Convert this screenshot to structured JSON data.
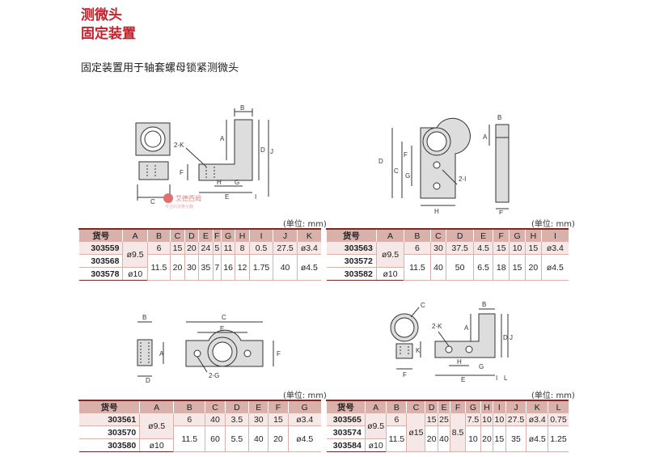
{
  "header": {
    "title_line1": "测微头",
    "title_line2": "固定装置",
    "subtitle": "固定装置用于轴套螺母锁紧测微头"
  },
  "unit_label": "(单位: mm)",
  "watermark": {
    "text": "艾德西姆",
    "subtext": "专业的测量仪器"
  },
  "tables": [
    {
      "id": "t1",
      "headers": [
        "货号",
        "A",
        "B",
        "C",
        "D",
        "E",
        "F",
        "G",
        "H",
        "I",
        "J",
        "K"
      ],
      "rows": [
        [
          "303559",
          "ø9.5",
          "6",
          "15",
          "20",
          "24",
          "5",
          "11",
          "8",
          "0.5",
          "27.5",
          "ø3.4"
        ],
        [
          "303568",
          "",
          "11.5",
          "20",
          "30",
          "35",
          "7",
          "16",
          "12",
          "1.75",
          "40",
          "ø4.5"
        ],
        [
          "303578",
          "ø10",
          "",
          "",
          "",
          "",
          "",
          "",
          "",
          "",
          "",
          ""
        ]
      ]
    },
    {
      "id": "t2",
      "headers": [
        "货号",
        "A",
        "B",
        "C",
        "D",
        "E",
        "F",
        "G",
        "H",
        "I"
      ],
      "rows": [
        [
          "303563",
          "ø9.5",
          "6",
          "30",
          "37.5",
          "4.5",
          "15",
          "10",
          "15",
          "ø3.4"
        ],
        [
          "303572",
          "",
          "11.5",
          "40",
          "50",
          "6.5",
          "18",
          "15",
          "20",
          "ø4.5"
        ],
        [
          "303582",
          "ø10",
          "",
          "",
          "",
          "",
          "",
          "",
          "",
          ""
        ]
      ]
    },
    {
      "id": "t3",
      "headers": [
        "货号",
        "A",
        "B",
        "C",
        "D",
        "E",
        "F",
        "G"
      ],
      "rows": [
        [
          "303561",
          "ø9.5",
          "6",
          "40",
          "3.5",
          "30",
          "15",
          "ø3.4"
        ],
        [
          "303570",
          "",
          "11.5",
          "60",
          "5.5",
          "40",
          "20",
          "ø4.5"
        ],
        [
          "303580",
          "ø10",
          "",
          "",
          "",
          "",
          "",
          ""
        ]
      ]
    },
    {
      "id": "t4",
      "headers": [
        "货号",
        "A",
        "B",
        "C",
        "D",
        "E",
        "F",
        "G",
        "H",
        "I",
        "J",
        "K",
        "L"
      ],
      "rows": [
        [
          "303565",
          "ø9.5",
          "6",
          "ø15",
          "15",
          "25",
          "8.5",
          "7.5",
          "10",
          "10",
          "27.5",
          "ø3.4",
          "0.75"
        ],
        [
          "303574",
          "",
          "11.5",
          "",
          "20",
          "40",
          "",
          "10",
          "20",
          "15",
          "35",
          "ø4.5",
          "1.25"
        ],
        [
          "303584",
          "ø10",
          "",
          "",
          "",
          "",
          "",
          "",
          "",
          "",
          "",
          "",
          ""
        ]
      ]
    }
  ],
  "labels": {
    "A": "A",
    "B": "B",
    "C": "C",
    "D": "D",
    "E": "E",
    "F": "F",
    "G": "G",
    "H": "H",
    "I": "I",
    "J": "J",
    "K": "K",
    "L": "L",
    "twoK": "2-K",
    "twoI": "2-I",
    "twoG": "2-G"
  }
}
